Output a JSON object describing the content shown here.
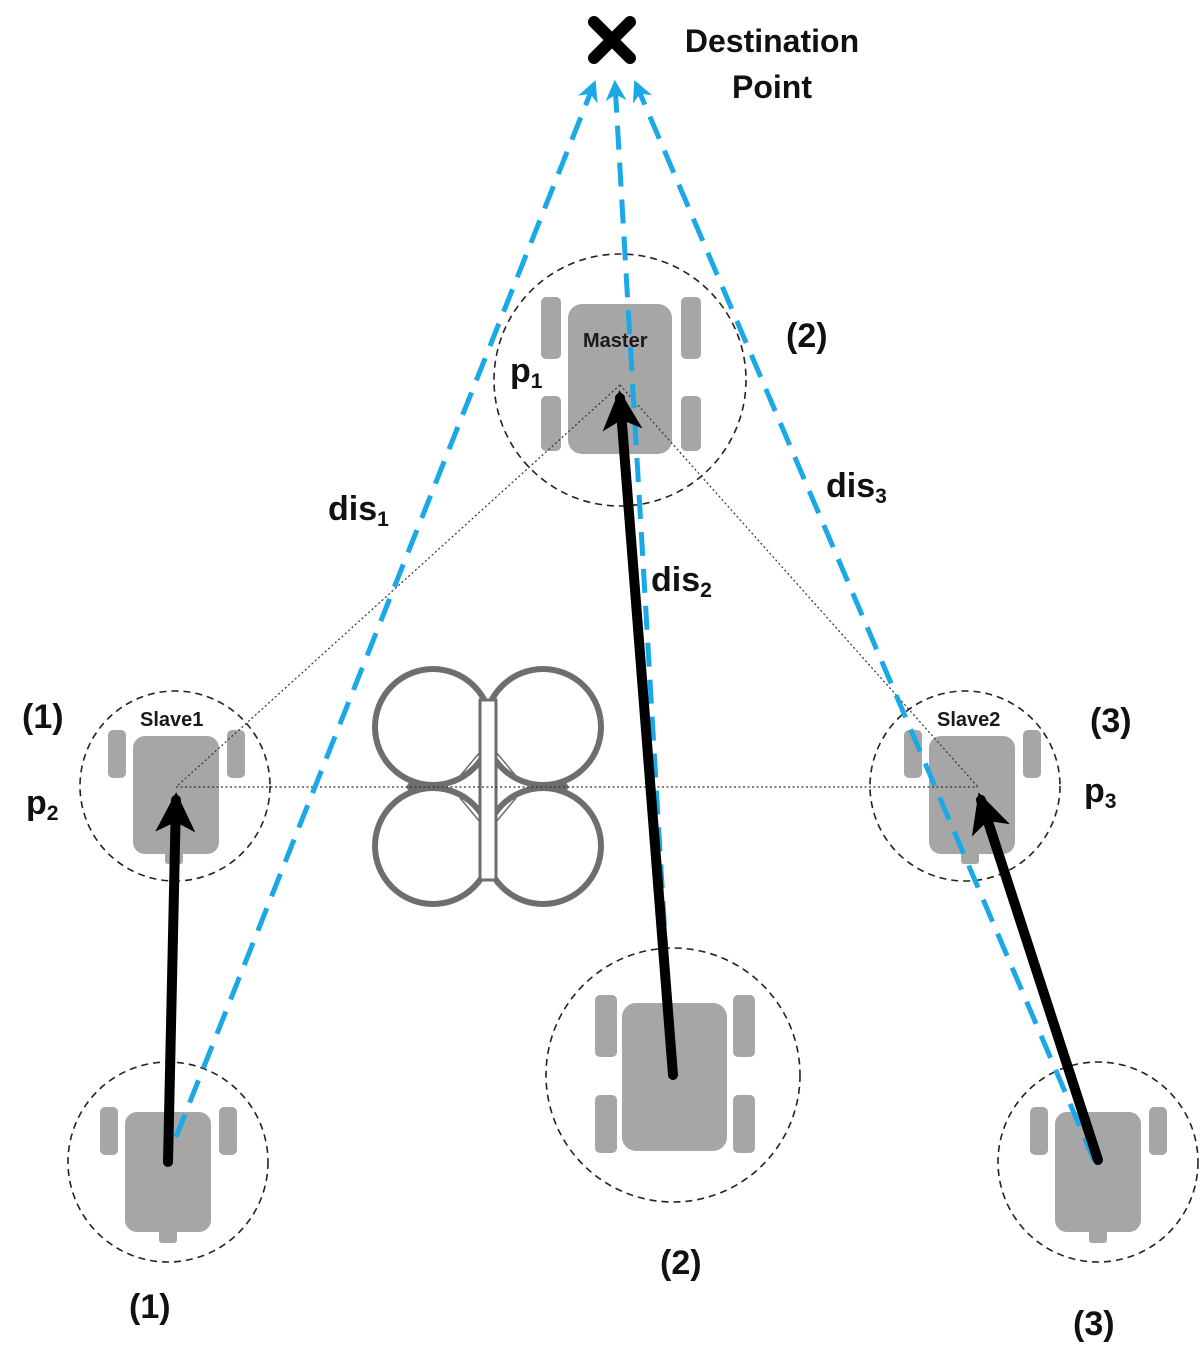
{
  "destination": {
    "line1": "Destination",
    "line2": "Point",
    "marker_icon": "x-mark-icon"
  },
  "robots": {
    "master": "Master",
    "slave1": "Slave1",
    "slave2": "Slave2"
  },
  "points": {
    "p1": {
      "base": "p",
      "sub": "1"
    },
    "p2": {
      "base": "p",
      "sub": "2"
    },
    "p3": {
      "base": "p",
      "sub": "3"
    }
  },
  "distances": {
    "dis1": {
      "base": "dis",
      "sub": "1"
    },
    "dis2": {
      "base": "dis",
      "sub": "2"
    },
    "dis3": {
      "base": "dis",
      "sub": "3"
    }
  },
  "indices": {
    "formation_1": "(1)",
    "formation_2": "(2)",
    "formation_3": "(3)",
    "start_1": "(1)",
    "start_2": "(2)",
    "start_3": "(3)"
  },
  "colors": {
    "path_dashed": "#1aa8e6",
    "arrow": "#000000",
    "robot_body": "#a6a6a6",
    "drone_outline": "#6e6e6e",
    "circle_border": "#222222"
  }
}
